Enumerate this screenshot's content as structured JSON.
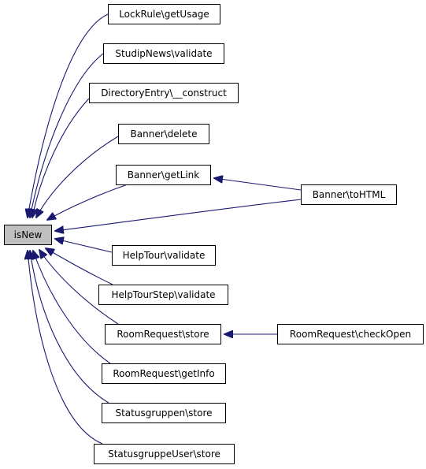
{
  "graph": {
    "colors": {
      "edge": "#191970",
      "node_border": "#000000",
      "node_fill": "#ffffff",
      "focus_fill": "#bfbfbf",
      "text": "#000000"
    },
    "nodes": [
      {
        "id": "isNew",
        "label": "isNew",
        "focus": true
      },
      {
        "id": "lockrule",
        "label": "LockRule\\getUsage"
      },
      {
        "id": "studipnews",
        "label": "StudipNews\\validate"
      },
      {
        "id": "direntry",
        "label": "DirectoryEntry\\__construct"
      },
      {
        "id": "bannerdelete",
        "label": "Banner\\delete"
      },
      {
        "id": "bannergetlink",
        "label": "Banner\\getLink"
      },
      {
        "id": "bannertohtml",
        "label": "Banner\\toHTML"
      },
      {
        "id": "helptour",
        "label": "HelpTour\\validate"
      },
      {
        "id": "helptourstep",
        "label": "HelpTourStep\\validate"
      },
      {
        "id": "roomstore",
        "label": "RoomRequest\\store"
      },
      {
        "id": "roomcheckopen",
        "label": "RoomRequest\\checkOpen"
      },
      {
        "id": "roomgetinfo",
        "label": "RoomRequest\\getInfo"
      },
      {
        "id": "statusgruppen",
        "label": "Statusgruppen\\store"
      },
      {
        "id": "statusgruppeuser",
        "label": "StatusgruppeUser\\store"
      }
    ],
    "edges": [
      {
        "from": "lockrule",
        "to": "isNew"
      },
      {
        "from": "studipnews",
        "to": "isNew"
      },
      {
        "from": "direntry",
        "to": "isNew"
      },
      {
        "from": "bannerdelete",
        "to": "isNew"
      },
      {
        "from": "bannergetlink",
        "to": "isNew"
      },
      {
        "from": "bannertohtml",
        "to": "isNew"
      },
      {
        "from": "bannertohtml",
        "to": "bannergetlink"
      },
      {
        "from": "helptour",
        "to": "isNew"
      },
      {
        "from": "helptourstep",
        "to": "isNew"
      },
      {
        "from": "roomstore",
        "to": "isNew"
      },
      {
        "from": "roomcheckopen",
        "to": "roomstore"
      },
      {
        "from": "roomgetinfo",
        "to": "isNew"
      },
      {
        "from": "statusgruppen",
        "to": "isNew"
      },
      {
        "from": "statusgruppeuser",
        "to": "isNew"
      }
    ]
  }
}
